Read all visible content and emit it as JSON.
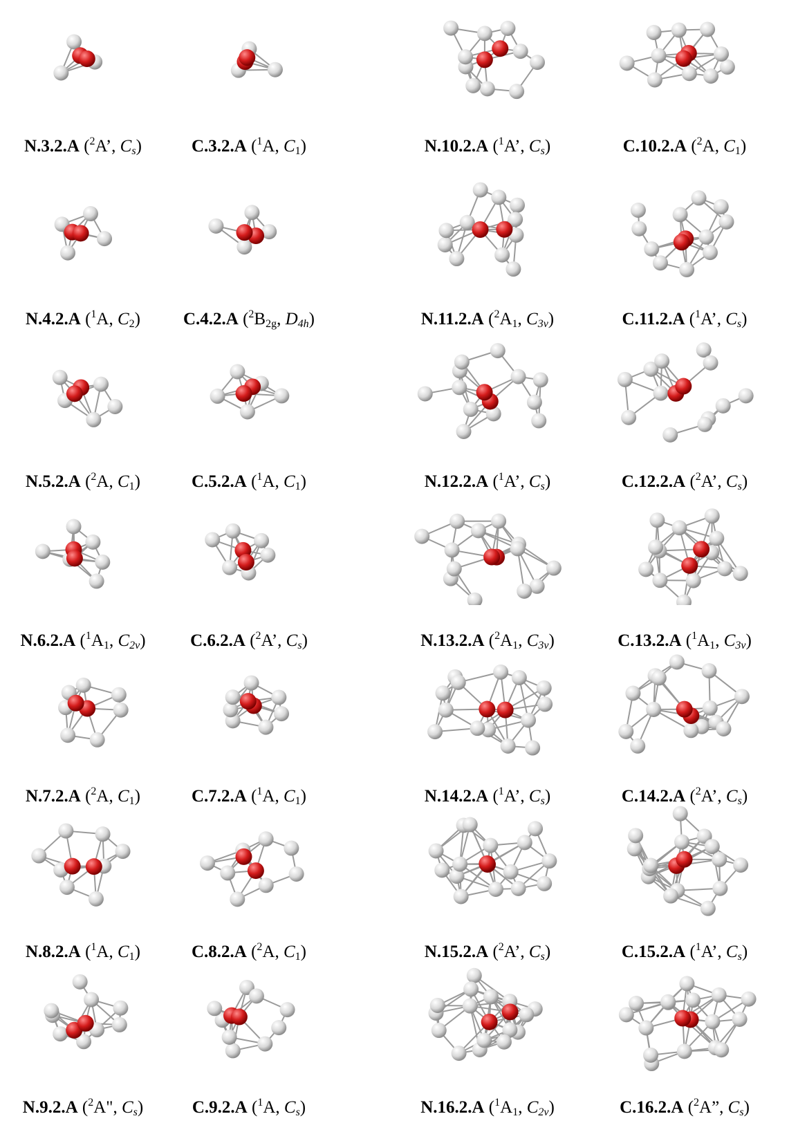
{
  "colors": {
    "oxygen": "#d41c1c",
    "metal": "#d8d8d8",
    "bond": "#9a9a9a"
  },
  "structures": [
    {
      "id": "N.3.2.A",
      "state_sup": "2",
      "state": "A’",
      "group": "C",
      "group_sub": "s",
      "metal_atoms": 3,
      "oxygen_atoms": 2
    },
    {
      "id": "C.3.2.A",
      "state_sup": "1",
      "state": "A",
      "group": "C",
      "group_sub": "1",
      "metal_atoms": 3,
      "oxygen_atoms": 2
    },
    {
      "id": "N.10.2.A",
      "state_sup": "1",
      "state": "A’",
      "group": "C",
      "group_sub": "s",
      "metal_atoms": 10,
      "oxygen_atoms": 2
    },
    {
      "id": "C.10.2.A",
      "state_sup": "2",
      "state": "A",
      "group": "C",
      "group_sub": "1",
      "metal_atoms": 10,
      "oxygen_atoms": 2
    },
    {
      "id": "N.4.2.A",
      "state_sup": "1",
      "state": "A",
      "group": "C",
      "group_sub": "2",
      "metal_atoms": 4,
      "oxygen_atoms": 2
    },
    {
      "id": "C.4.2.A",
      "state_sup": "2",
      "state": "B2g",
      "group": "D",
      "group_sub": "4h",
      "metal_atoms": 4,
      "oxygen_atoms": 2
    },
    {
      "id": "N.11.2.A",
      "state_sup": "2",
      "state": "A1",
      "group": "C",
      "group_sub": "3v",
      "metal_atoms": 11,
      "oxygen_atoms": 2
    },
    {
      "id": "C.11.2.A",
      "state_sup": "1",
      "state": "A’",
      "group": "C",
      "group_sub": "s",
      "metal_atoms": 11,
      "oxygen_atoms": 2
    },
    {
      "id": "N.5.2.A",
      "state_sup": "2",
      "state": "A",
      "group": "C",
      "group_sub": "1",
      "metal_atoms": 5,
      "oxygen_atoms": 2
    },
    {
      "id": "C.5.2.A",
      "state_sup": "1",
      "state": "A",
      "group": "C",
      "group_sub": "1",
      "metal_atoms": 5,
      "oxygen_atoms": 2
    },
    {
      "id": "N.12.2.A",
      "state_sup": "1",
      "state": "A’",
      "group": "C",
      "group_sub": "s",
      "metal_atoms": 12,
      "oxygen_atoms": 2
    },
    {
      "id": "C.12.2.A",
      "state_sup": "2",
      "state": "A’",
      "group": "C",
      "group_sub": "s",
      "metal_atoms": 12,
      "oxygen_atoms": 2
    },
    {
      "id": "N.6.2.A",
      "state_sup": "1",
      "state": "A1",
      "group": "C",
      "group_sub": "2v",
      "metal_atoms": 6,
      "oxygen_atoms": 2
    },
    {
      "id": "C.6.2.A",
      "state_sup": "2",
      "state": "A’",
      "group": "C",
      "group_sub": "s",
      "metal_atoms": 6,
      "oxygen_atoms": 2
    },
    {
      "id": "N.13.2.A",
      "state_sup": "2",
      "state": "A1",
      "group": "C",
      "group_sub": "3v",
      "metal_atoms": 13,
      "oxygen_atoms": 2
    },
    {
      "id": "C.13.2.A",
      "state_sup": "1",
      "state": "A1",
      "group": "C",
      "group_sub": "3v",
      "metal_atoms": 13,
      "oxygen_atoms": 2
    },
    {
      "id": "N.7.2.A",
      "state_sup": "2",
      "state": "A",
      "group": "C",
      "group_sub": "1",
      "metal_atoms": 7,
      "oxygen_atoms": 2
    },
    {
      "id": "C.7.2.A",
      "state_sup": "1",
      "state": "A",
      "group": "C",
      "group_sub": "1",
      "metal_atoms": 7,
      "oxygen_atoms": 2
    },
    {
      "id": "N.14.2.A",
      "state_sup": "1",
      "state": "A’",
      "group": "C",
      "group_sub": "s",
      "metal_atoms": 14,
      "oxygen_atoms": 2
    },
    {
      "id": "C.14.2.A",
      "state_sup": "2",
      "state": "A’",
      "group": "C",
      "group_sub": "s",
      "metal_atoms": 14,
      "oxygen_atoms": 2
    },
    {
      "id": "N.8.2.A",
      "state_sup": "1",
      "state": "A",
      "group": "C",
      "group_sub": "1",
      "metal_atoms": 8,
      "oxygen_atoms": 2
    },
    {
      "id": "C.8.2.A",
      "state_sup": "2",
      "state": "A",
      "group": "C",
      "group_sub": "1",
      "metal_atoms": 8,
      "oxygen_atoms": 2
    },
    {
      "id": "N.15.2.A",
      "state_sup": "2",
      "state": "A’",
      "group": "C",
      "group_sub": "s",
      "metal_atoms": 15,
      "oxygen_atoms": 2
    },
    {
      "id": "C.15.2.A",
      "state_sup": "1",
      "state": "A’",
      "group": "C",
      "group_sub": "s",
      "metal_atoms": 15,
      "oxygen_atoms": 2
    },
    {
      "id": "N.9.2.A",
      "state_sup": "2",
      "state": "A\"",
      "group": "C",
      "group_sub": "s",
      "metal_atoms": 9,
      "oxygen_atoms": 2
    },
    {
      "id": "C.9.2.A",
      "state_sup": "1",
      "state": "A",
      "group": "C",
      "group_sub": "s",
      "metal_atoms": 9,
      "oxygen_atoms": 2
    },
    {
      "id": "N.16.2.A",
      "state_sup": "1",
      "state": "A1",
      "group": "C",
      "group_sub": "2v",
      "metal_atoms": 16,
      "oxygen_atoms": 2
    },
    {
      "id": "C.16.2.A",
      "state_sup": "2",
      "state": "A”",
      "group": "C",
      "group_sub": "s",
      "metal_atoms": 16,
      "oxygen_atoms": 2
    }
  ]
}
